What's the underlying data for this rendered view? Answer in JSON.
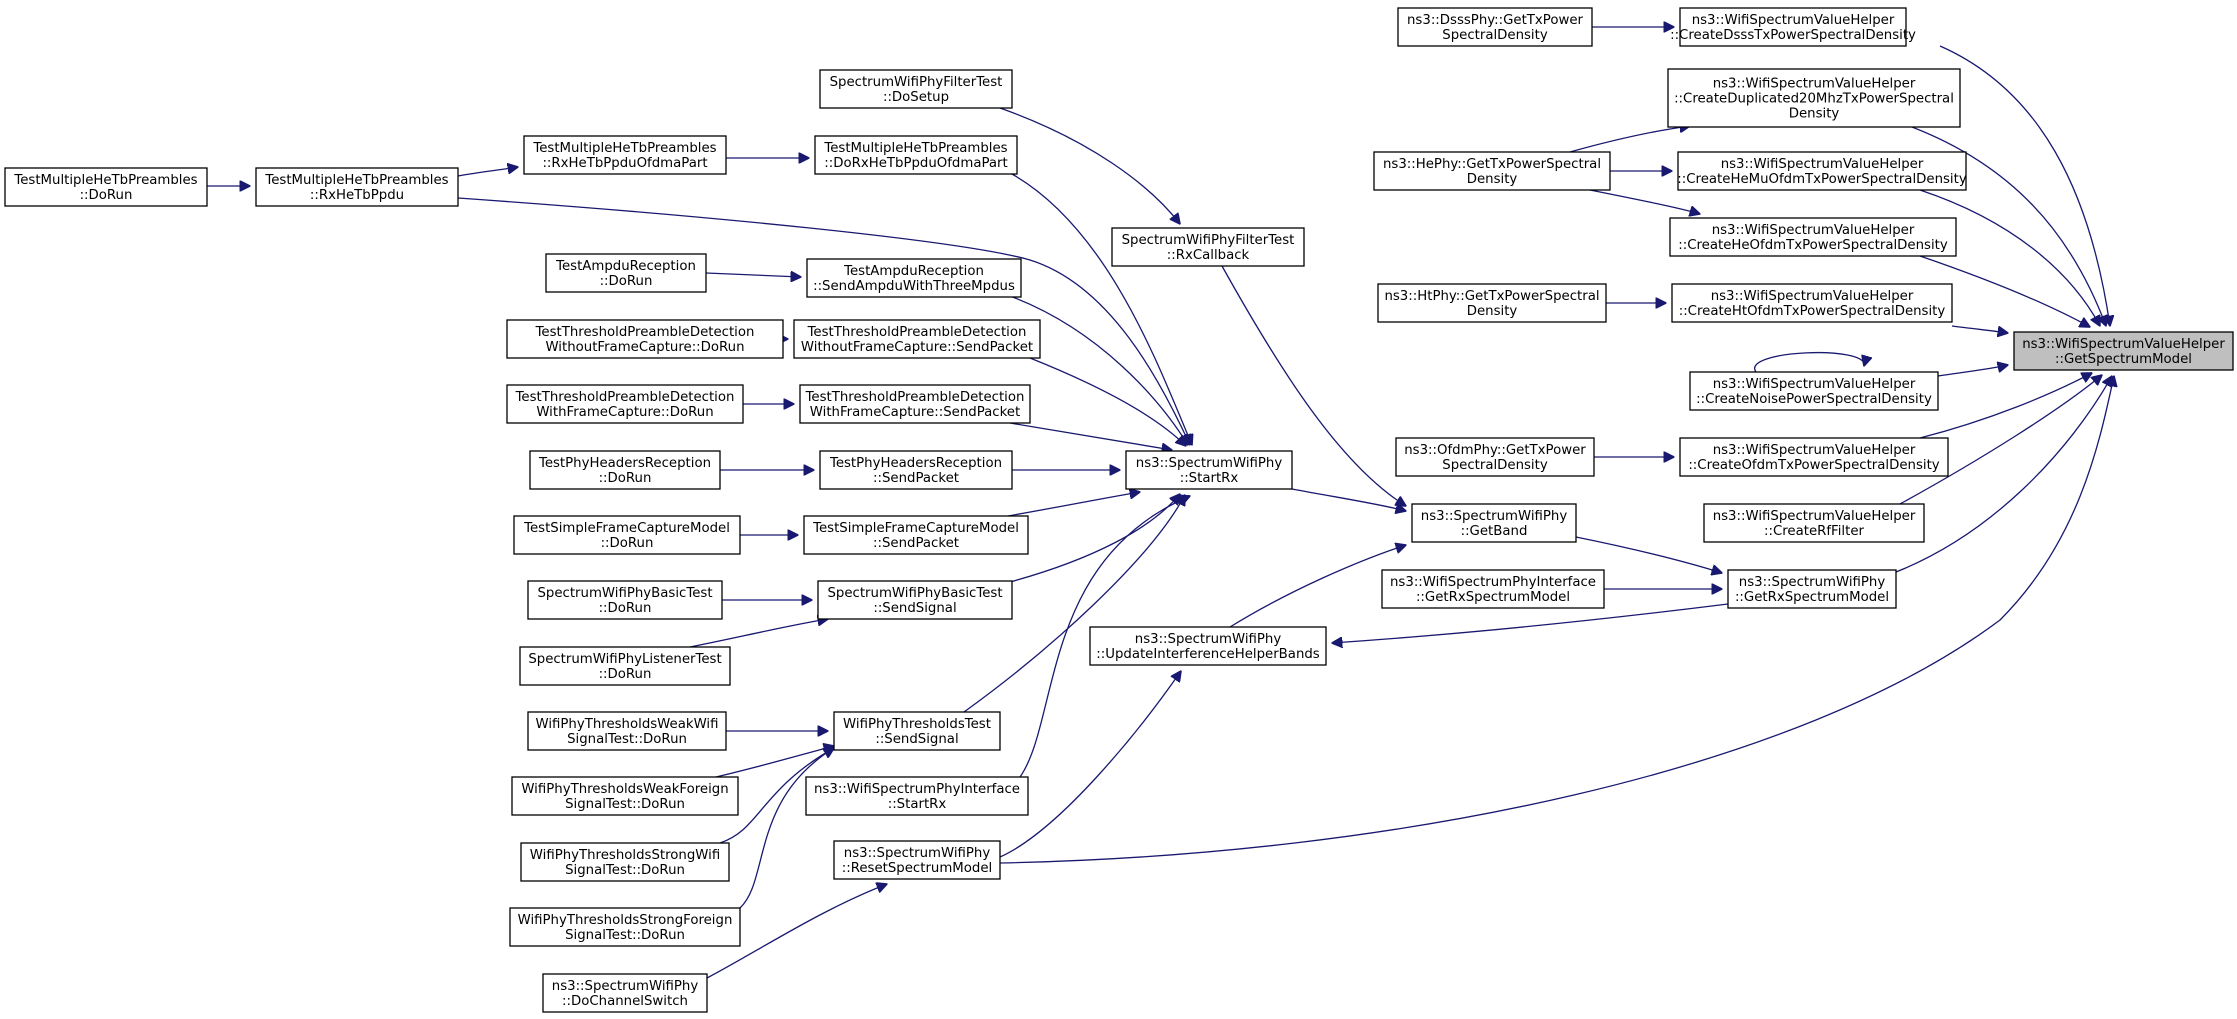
{
  "diagram": {
    "title": "",
    "edge_color": "#191970",
    "node_border_color": "#000000",
    "highlight_fill": "#bfbfbf",
    "nodes": [
      {
        "id": "target",
        "lines": [
          "ns3::WifiSpectrumValueHelper",
          "::GetSpectrumModel"
        ],
        "highlight": true
      },
      {
        "id": "dsss_create",
        "lines": [
          "ns3::WifiSpectrumValueHelper",
          "::CreateDsssTxPowerSpectralDensity"
        ]
      },
      {
        "id": "dsss_get",
        "lines": [
          "ns3::DsssPhy::GetTxPower",
          "SpectralDensity"
        ]
      },
      {
        "id": "dup20",
        "lines": [
          "ns3::WifiSpectrumValueHelper",
          "::CreateDuplicated20MhzTxPowerSpectral",
          "Density"
        ]
      },
      {
        "id": "hephy_get",
        "lines": [
          "ns3::HePhy::GetTxPowerSpectral",
          "Density"
        ]
      },
      {
        "id": "hemu",
        "lines": [
          "ns3::WifiSpectrumValueHelper",
          "::CreateHeMuOfdmTxPowerSpectralDensity"
        ]
      },
      {
        "id": "heofdm",
        "lines": [
          "ns3::WifiSpectrumValueHelper",
          "::CreateHeOfdmTxPowerSpectralDensity"
        ]
      },
      {
        "id": "htphy_get",
        "lines": [
          "ns3::HtPhy::GetTxPowerSpectral",
          "Density"
        ]
      },
      {
        "id": "htofdm",
        "lines": [
          "ns3::WifiSpectrumValueHelper",
          "::CreateHtOfdmTxPowerSpectralDensity"
        ]
      },
      {
        "id": "noise",
        "lines": [
          "ns3::WifiSpectrumValueHelper",
          "::CreateNoisePowerSpectralDensity"
        ]
      },
      {
        "id": "ofdmphy_get",
        "lines": [
          "ns3::OfdmPhy::GetTxPower",
          "SpectralDensity"
        ]
      },
      {
        "id": "ofdm",
        "lines": [
          "ns3::WifiSpectrumValueHelper",
          "::CreateOfdmTxPowerSpectralDensity"
        ]
      },
      {
        "id": "rffilter",
        "lines": [
          "ns3::WifiSpectrumValueHelper",
          "::CreateRfFilter"
        ]
      },
      {
        "id": "getrxsm",
        "lines": [
          "ns3::SpectrumWifiPhy",
          "::GetRxSpectrumModel"
        ]
      },
      {
        "id": "getband",
        "lines": [
          "ns3::SpectrumWifiPhy",
          "::GetBand"
        ]
      },
      {
        "id": "iface_getrx",
        "lines": [
          "ns3::WifiSpectrumPhyInterface",
          "::GetRxSpectrumModel"
        ]
      },
      {
        "id": "updbands",
        "lines": [
          "ns3::SpectrumWifiPhy",
          "::UpdateInterferenceHelperBands"
        ]
      },
      {
        "id": "resetsm",
        "lines": [
          "ns3::SpectrumWifiPhy",
          "::ResetSpectrumModel"
        ]
      },
      {
        "id": "startrx",
        "lines": [
          "ns3::SpectrumWifiPhy",
          "::StartRx"
        ]
      },
      {
        "id": "rxcallback",
        "lines": [
          "SpectrumWifiPhyFilterTest",
          "::RxCallback"
        ]
      },
      {
        "id": "dosetup",
        "lines": [
          "SpectrumWifiPhyFilterTest",
          "::DoSetup"
        ]
      },
      {
        "id": "dorxhetb",
        "lines": [
          "TestMultipleHeTbPreambles",
          "::DoRxHeTbPpduOfdmaPart"
        ]
      },
      {
        "id": "rxhetbofdma",
        "lines": [
          "TestMultipleHeTbPreambles",
          "::RxHeTbPpduOfdmaPart"
        ]
      },
      {
        "id": "rxhetb",
        "lines": [
          "TestMultipleHeTbPreambles",
          "::RxHeTbPpdu"
        ]
      },
      {
        "id": "mhetb_dorun",
        "lines": [
          "TestMultipleHeTbPreambles",
          "::DoRun"
        ]
      },
      {
        "id": "ampdu_send",
        "lines": [
          "TestAmpduReception",
          "::SendAmpduWithThreeMpdus"
        ]
      },
      {
        "id": "ampdu_dorun",
        "lines": [
          "TestAmpduReception",
          "::DoRun"
        ]
      },
      {
        "id": "tpd_wo_send",
        "lines": [
          "TestThresholdPreambleDetection",
          "WithoutFrameCapture::SendPacket"
        ]
      },
      {
        "id": "tpd_wo_dorun",
        "lines": [
          "TestThresholdPreambleDetection",
          "WithoutFrameCapture::DoRun"
        ]
      },
      {
        "id": "tpd_w_send",
        "lines": [
          "TestThresholdPreambleDetection",
          "WithFrameCapture::SendPacket"
        ]
      },
      {
        "id": "tpd_w_dorun",
        "lines": [
          "TestThresholdPreambleDetection",
          "WithFrameCapture::DoRun"
        ]
      },
      {
        "id": "phyhdr_send",
        "lines": [
          "TestPhyHeadersReception",
          "::SendPacket"
        ]
      },
      {
        "id": "phyhdr_dorun",
        "lines": [
          "TestPhyHeadersReception",
          "::DoRun"
        ]
      },
      {
        "id": "sfc_send",
        "lines": [
          "TestSimpleFrameCaptureModel",
          "::SendPacket"
        ]
      },
      {
        "id": "sfc_dorun",
        "lines": [
          "TestSimpleFrameCaptureModel",
          "::DoRun"
        ]
      },
      {
        "id": "basic_send",
        "lines": [
          "SpectrumWifiPhyBasicTest",
          "::SendSignal"
        ]
      },
      {
        "id": "basic_dorun",
        "lines": [
          "SpectrumWifiPhyBasicTest",
          "::DoRun"
        ]
      },
      {
        "id": "listener_dorun",
        "lines": [
          "SpectrumWifiPhyListenerTest",
          "::DoRun"
        ]
      },
      {
        "id": "thr_send",
        "lines": [
          "WifiPhyThresholdsTest",
          "::SendSignal"
        ]
      },
      {
        "id": "thr_weakwifi",
        "lines": [
          "WifiPhyThresholdsWeakWifi",
          "SignalTest::DoRun"
        ]
      },
      {
        "id": "thr_weakforeign",
        "lines": [
          "WifiPhyThresholdsWeakForeign",
          "SignalTest::DoRun"
        ]
      },
      {
        "id": "thr_strongwifi",
        "lines": [
          "WifiPhyThresholdsStrongWifi",
          "SignalTest::DoRun"
        ]
      },
      {
        "id": "thr_strongforeign",
        "lines": [
          "WifiPhyThresholdsStrongForeign",
          "SignalTest::DoRun"
        ]
      },
      {
        "id": "iface_startrx",
        "lines": [
          "ns3::WifiSpectrumPhyInterface",
          "::StartRx"
        ]
      },
      {
        "id": "chswitch",
        "lines": [
          "ns3::SpectrumWifiPhy",
          "::DoChannelSwitch"
        ]
      }
    ],
    "edges": [
      {
        "from": "dsss_create",
        "to": "target"
      },
      {
        "from": "dsss_get",
        "to": "dsss_create"
      },
      {
        "from": "dup20",
        "to": "target"
      },
      {
        "from": "hephy_get",
        "to": "dup20"
      },
      {
        "from": "hephy_get",
        "to": "hemu"
      },
      {
        "from": "hephy_get",
        "to": "heofdm"
      },
      {
        "from": "hemu",
        "to": "target"
      },
      {
        "from": "heofdm",
        "to": "target"
      },
      {
        "from": "htphy_get",
        "to": "htofdm"
      },
      {
        "from": "htofdm",
        "to": "target"
      },
      {
        "from": "noise",
        "to": "target"
      },
      {
        "from": "noise",
        "to": "noise"
      },
      {
        "from": "ofdmphy_get",
        "to": "ofdm"
      },
      {
        "from": "ofdm",
        "to": "target"
      },
      {
        "from": "rffilter",
        "to": "target"
      },
      {
        "from": "getrxsm",
        "to": "target"
      },
      {
        "from": "getband",
        "to": "getrxsm"
      },
      {
        "from": "iface_getrx",
        "to": "getrxsm"
      },
      {
        "from": "getrxsm",
        "to": "updbands"
      },
      {
        "from": "resetsm",
        "to": "target"
      },
      {
        "from": "resetsm",
        "to": "updbands"
      },
      {
        "from": "updbands",
        "to": "getband"
      },
      {
        "from": "chswitch",
        "to": "resetsm"
      },
      {
        "from": "startrx",
        "to": "getband"
      },
      {
        "from": "rxcallback",
        "to": "getband"
      },
      {
        "from": "dosetup",
        "to": "rxcallback"
      },
      {
        "from": "dorxhetb",
        "to": "startrx"
      },
      {
        "from": "rxhetb",
        "to": "startrx"
      },
      {
        "from": "rxhetbofdma",
        "to": "dorxhetb"
      },
      {
        "from": "rxhetb",
        "to": "rxhetbofdma"
      },
      {
        "from": "mhetb_dorun",
        "to": "rxhetb"
      },
      {
        "from": "ampdu_send",
        "to": "startrx"
      },
      {
        "from": "ampdu_dorun",
        "to": "ampdu_send"
      },
      {
        "from": "tpd_wo_send",
        "to": "startrx"
      },
      {
        "from": "tpd_wo_dorun",
        "to": "tpd_wo_send"
      },
      {
        "from": "tpd_w_send",
        "to": "startrx"
      },
      {
        "from": "tpd_w_dorun",
        "to": "tpd_w_send"
      },
      {
        "from": "phyhdr_send",
        "to": "startrx"
      },
      {
        "from": "phyhdr_dorun",
        "to": "phyhdr_send"
      },
      {
        "from": "sfc_send",
        "to": "startrx"
      },
      {
        "from": "sfc_dorun",
        "to": "sfc_send"
      },
      {
        "from": "basic_send",
        "to": "startrx"
      },
      {
        "from": "basic_dorun",
        "to": "basic_send"
      },
      {
        "from": "listener_dorun",
        "to": "basic_send"
      },
      {
        "from": "thr_send",
        "to": "startrx"
      },
      {
        "from": "thr_weakwifi",
        "to": "thr_send"
      },
      {
        "from": "thr_weakforeign",
        "to": "thr_send"
      },
      {
        "from": "thr_strongwifi",
        "to": "thr_send"
      },
      {
        "from": "thr_strongforeign",
        "to": "thr_send"
      },
      {
        "from": "iface_startrx",
        "to": "startrx"
      }
    ]
  }
}
